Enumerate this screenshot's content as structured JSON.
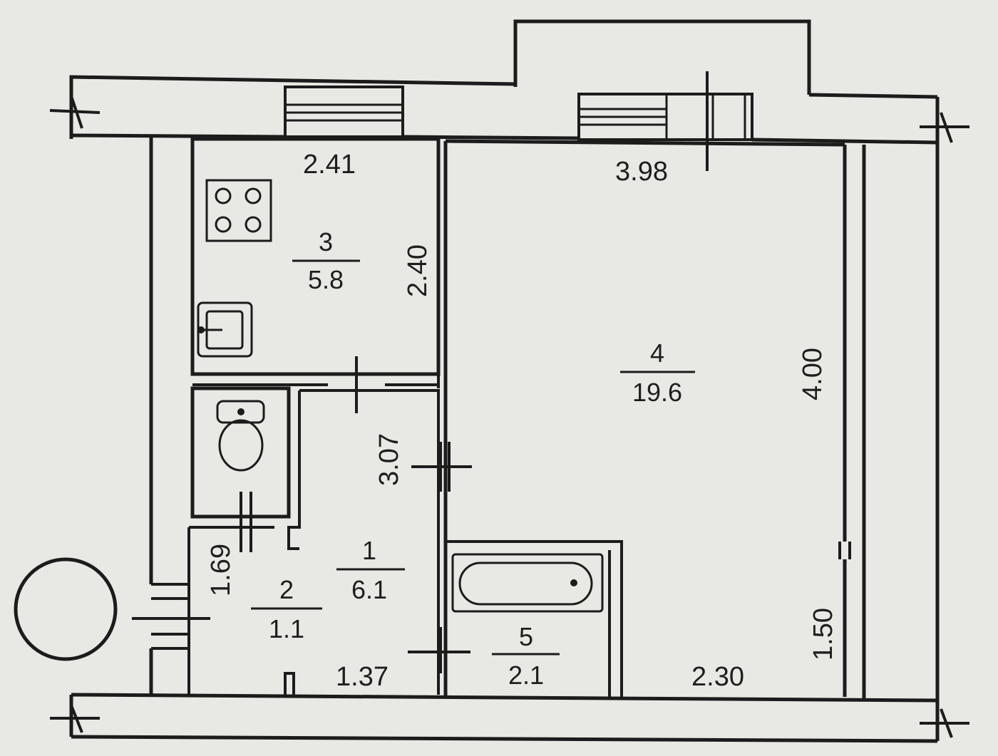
{
  "colors": {
    "paper": "#e8e8e5",
    "ink": "#1c1c1c"
  },
  "rooms": [
    {
      "number": "1",
      "area": "6.1"
    },
    {
      "number": "2",
      "area": "1.1"
    },
    {
      "number": "3",
      "area": "5.8"
    },
    {
      "number": "4",
      "area": "19.6"
    },
    {
      "number": "5",
      "area": "2.1"
    }
  ],
  "dimensions": {
    "kitchen_width": "2.41",
    "kitchen_length": "2.40",
    "room_width": "3.98",
    "room_length": "4.00",
    "hall_length": "3.07",
    "entry_length": "1.69",
    "hall_width": "1.37",
    "bath_side": "2.30",
    "bath_length": "1.50"
  },
  "fixtures": [
    "stove-icon",
    "sink-icon",
    "toilet-icon",
    "bathtub-icon"
  ]
}
